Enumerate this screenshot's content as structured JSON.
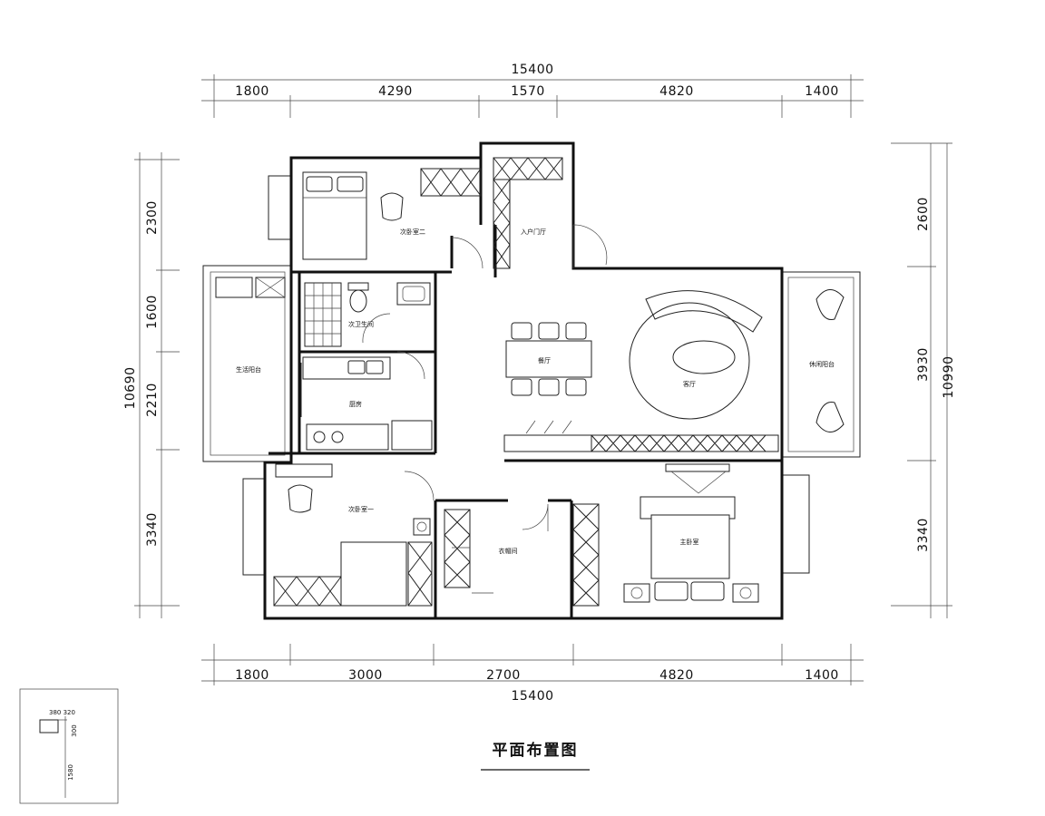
{
  "drawing": {
    "title": "平面布置图"
  },
  "dimensions": {
    "top_total": "15400",
    "top_segments": [
      "1800",
      "4290",
      "1570",
      "4820",
      "1400"
    ],
    "bottom_total": "15400",
    "bottom_segments": [
      "1800",
      "3000",
      "2700",
      "4820",
      "1400"
    ],
    "left_total": "10690",
    "left_segments": [
      "2300",
      "1600",
      "2210",
      "3340"
    ],
    "right_total": "10990",
    "right_segments": [
      "2600",
      "3930",
      "3340"
    ]
  },
  "rooms": {
    "second_bedroom_2": "次卧室二",
    "entrance": "入户门厅",
    "second_bath": "次卫生间",
    "living_balcony": "生活阳台",
    "kitchen": "厨房",
    "dining": "餐厅",
    "living": "客厅",
    "leisure_balcony": "休闲阳台",
    "second_bedroom_1": "次卧室一",
    "cloakroom": "衣帽间",
    "master_bedroom": "主卧室"
  },
  "legend_box": {
    "dim_top": "380 320",
    "dim_side": "300",
    "dim_height": "1580"
  }
}
